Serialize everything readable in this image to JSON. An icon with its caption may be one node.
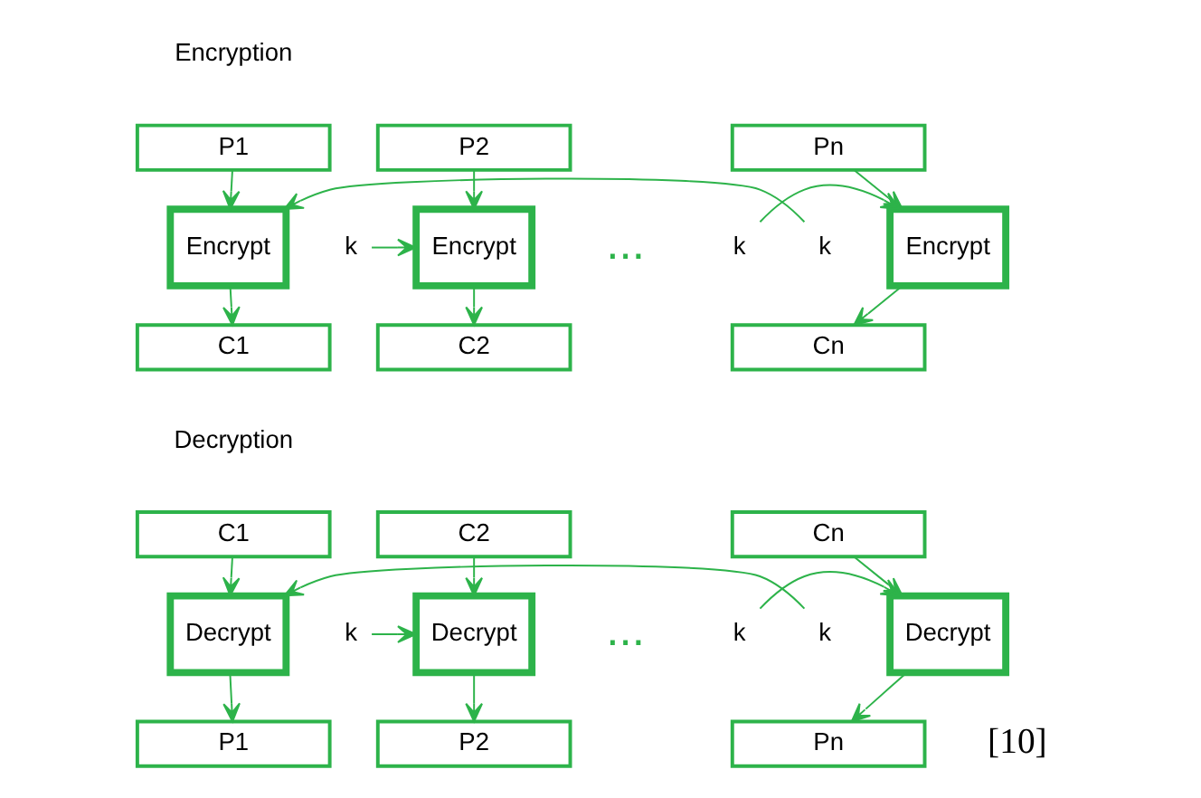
{
  "diagram": {
    "nodes": [
      {
        "text": [
          "P1"
        ]
      },
      {
        "text": [
          "P2"
        ]
      },
      {
        "text": [
          "Pn"
        ]
      },
      {
        "text": [
          "k"
        ]
      },
      {
        "text": [
          "Encrypt"
        ]
      },
      {
        "text": [
          "k"
        ]
      },
      {
        "text": [
          "Encrypt"
        ]
      },
      {
        "text": [
          "k"
        ]
      },
      {
        "text": [
          "Encrypt"
        ]
      },
      {
        "text": [
          "C1"
        ]
      },
      {
        "text": [
          "C2"
        ]
      },
      {
        "text": [
          "Cn"
        ]
      },
      {
        "text": [
          "C1"
        ]
      },
      {
        "text": [
          "C2"
        ]
      },
      {
        "text": [
          "Cn"
        ]
      },
      {
        "text": [
          "k"
        ]
      },
      {
        "text": [
          "Decrypt"
        ]
      },
      {
        "text": [
          "k"
        ]
      },
      {
        "text": [
          "Decrypt"
        ]
      },
      {
        "text": [
          "k"
        ]
      },
      {
        "text": [
          "Decrypt"
        ]
      },
      {
        "text": [
          "P1"
        ]
      },
      {
        "text": [
          "P2"
        ]
      },
      {
        "text": [
          "Pn"
        ]
      }
    ],
    "edges": [
      {
        "from": 0,
        "to": 4,
        "arrow": "to"
      },
      {
        "from": 3,
        "to": 4,
        "arrow": "to"
      },
      {
        "from": 4,
        "to": 9,
        "arrow": "to"
      },
      {
        "from": 1,
        "to": 6,
        "arrow": "to"
      },
      {
        "from": 5,
        "to": 6,
        "arrow": "to"
      },
      {
        "from": 6,
        "to": 10,
        "arrow": "to"
      },
      {
        "from": 2,
        "to": 8,
        "arrow": "to"
      },
      {
        "from": 7,
        "to": 8,
        "arrow": "to"
      },
      {
        "from": 8,
        "to": 11,
        "arrow": "to"
      },
      {
        "from": 12,
        "to": 16,
        "arrow": "to"
      },
      {
        "from": 15,
        "to": 16,
        "arrow": "to"
      },
      {
        "from": 16,
        "to": 21,
        "arrow": "to"
      },
      {
        "from": 13,
        "to": 18,
        "arrow": "to"
      },
      {
        "from": 17,
        "to": 18,
        "arrow": "to"
      },
      {
        "from": 18,
        "to": 22,
        "arrow": "to"
      },
      {
        "from": 14,
        "to": 20,
        "arrow": "to"
      },
      {
        "from": 19,
        "to": 20,
        "arrow": "to"
      },
      {
        "from": 20,
        "to": 23,
        "arrow": "to"
      }
    ],
    "labels": [
      "Encryption",
      "...",
      "Decryption",
      "...",
      "[10]"
    ]
  }
}
